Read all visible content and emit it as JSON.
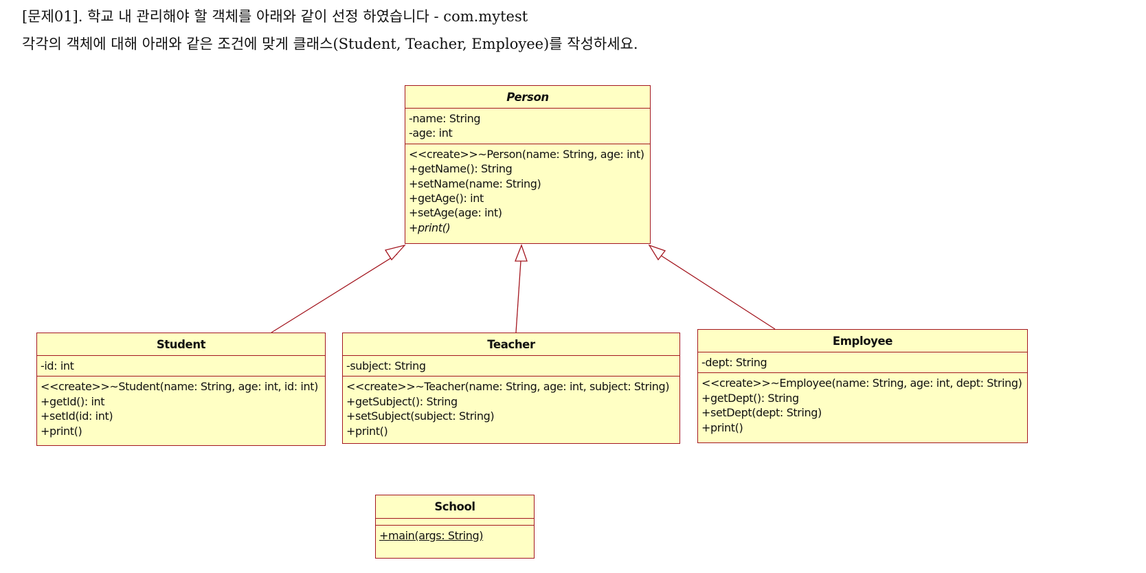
{
  "heading": {
    "line1": "[문제01]. 학교 내 관리해야 할 객체를 아래와 같이 선정 하였습니다  - com.mytest",
    "line2": "각각의 객체에 대해 아래와 같은 조건에 맞게 클래스(Student, Teacher, Employee)를 작성하세요."
  },
  "colors": {
    "class_fill": "#ffffc4",
    "class_border": "#a3161f",
    "relation_line": "#a3161f"
  },
  "classes": {
    "person": {
      "name": "Person",
      "abstract": true,
      "attributes": [
        "-name: String",
        "-age: int"
      ],
      "operations": [
        "<<create>>~Person(name: String, age: int)",
        "+getName(): String",
        "+setName(name: String)",
        "+getAge(): int",
        "+setAge(age: int)",
        "+print()"
      ]
    },
    "student": {
      "name": "Student",
      "attributes": [
        "-id: int"
      ],
      "operations": [
        "<<create>>~Student(name: String, age: int, id: int)",
        "+getId(): int",
        "+setId(id: int)",
        "+print()"
      ]
    },
    "teacher": {
      "name": "Teacher",
      "attributes": [
        "-subject: String"
      ],
      "operations": [
        "<<create>>~Teacher(name: String, age: int, subject: String)",
        "+getSubject(): String",
        "+setSubject(subject: String)",
        "+print()"
      ]
    },
    "employee": {
      "name": "Employee",
      "attributes": [
        "-dept: String"
      ],
      "operations": [
        "<<create>>~Employee(name: String, age: int, dept: String)",
        "+getDept(): String",
        "+setDept(dept: String)",
        "+print()"
      ]
    },
    "school": {
      "name": "School",
      "attributes": [],
      "operations": [
        "+main(args: String)"
      ]
    }
  },
  "relationships": [
    {
      "type": "generalization",
      "from": "Student",
      "to": "Person"
    },
    {
      "type": "generalization",
      "from": "Teacher",
      "to": "Person"
    },
    {
      "type": "generalization",
      "from": "Employee",
      "to": "Person"
    }
  ]
}
